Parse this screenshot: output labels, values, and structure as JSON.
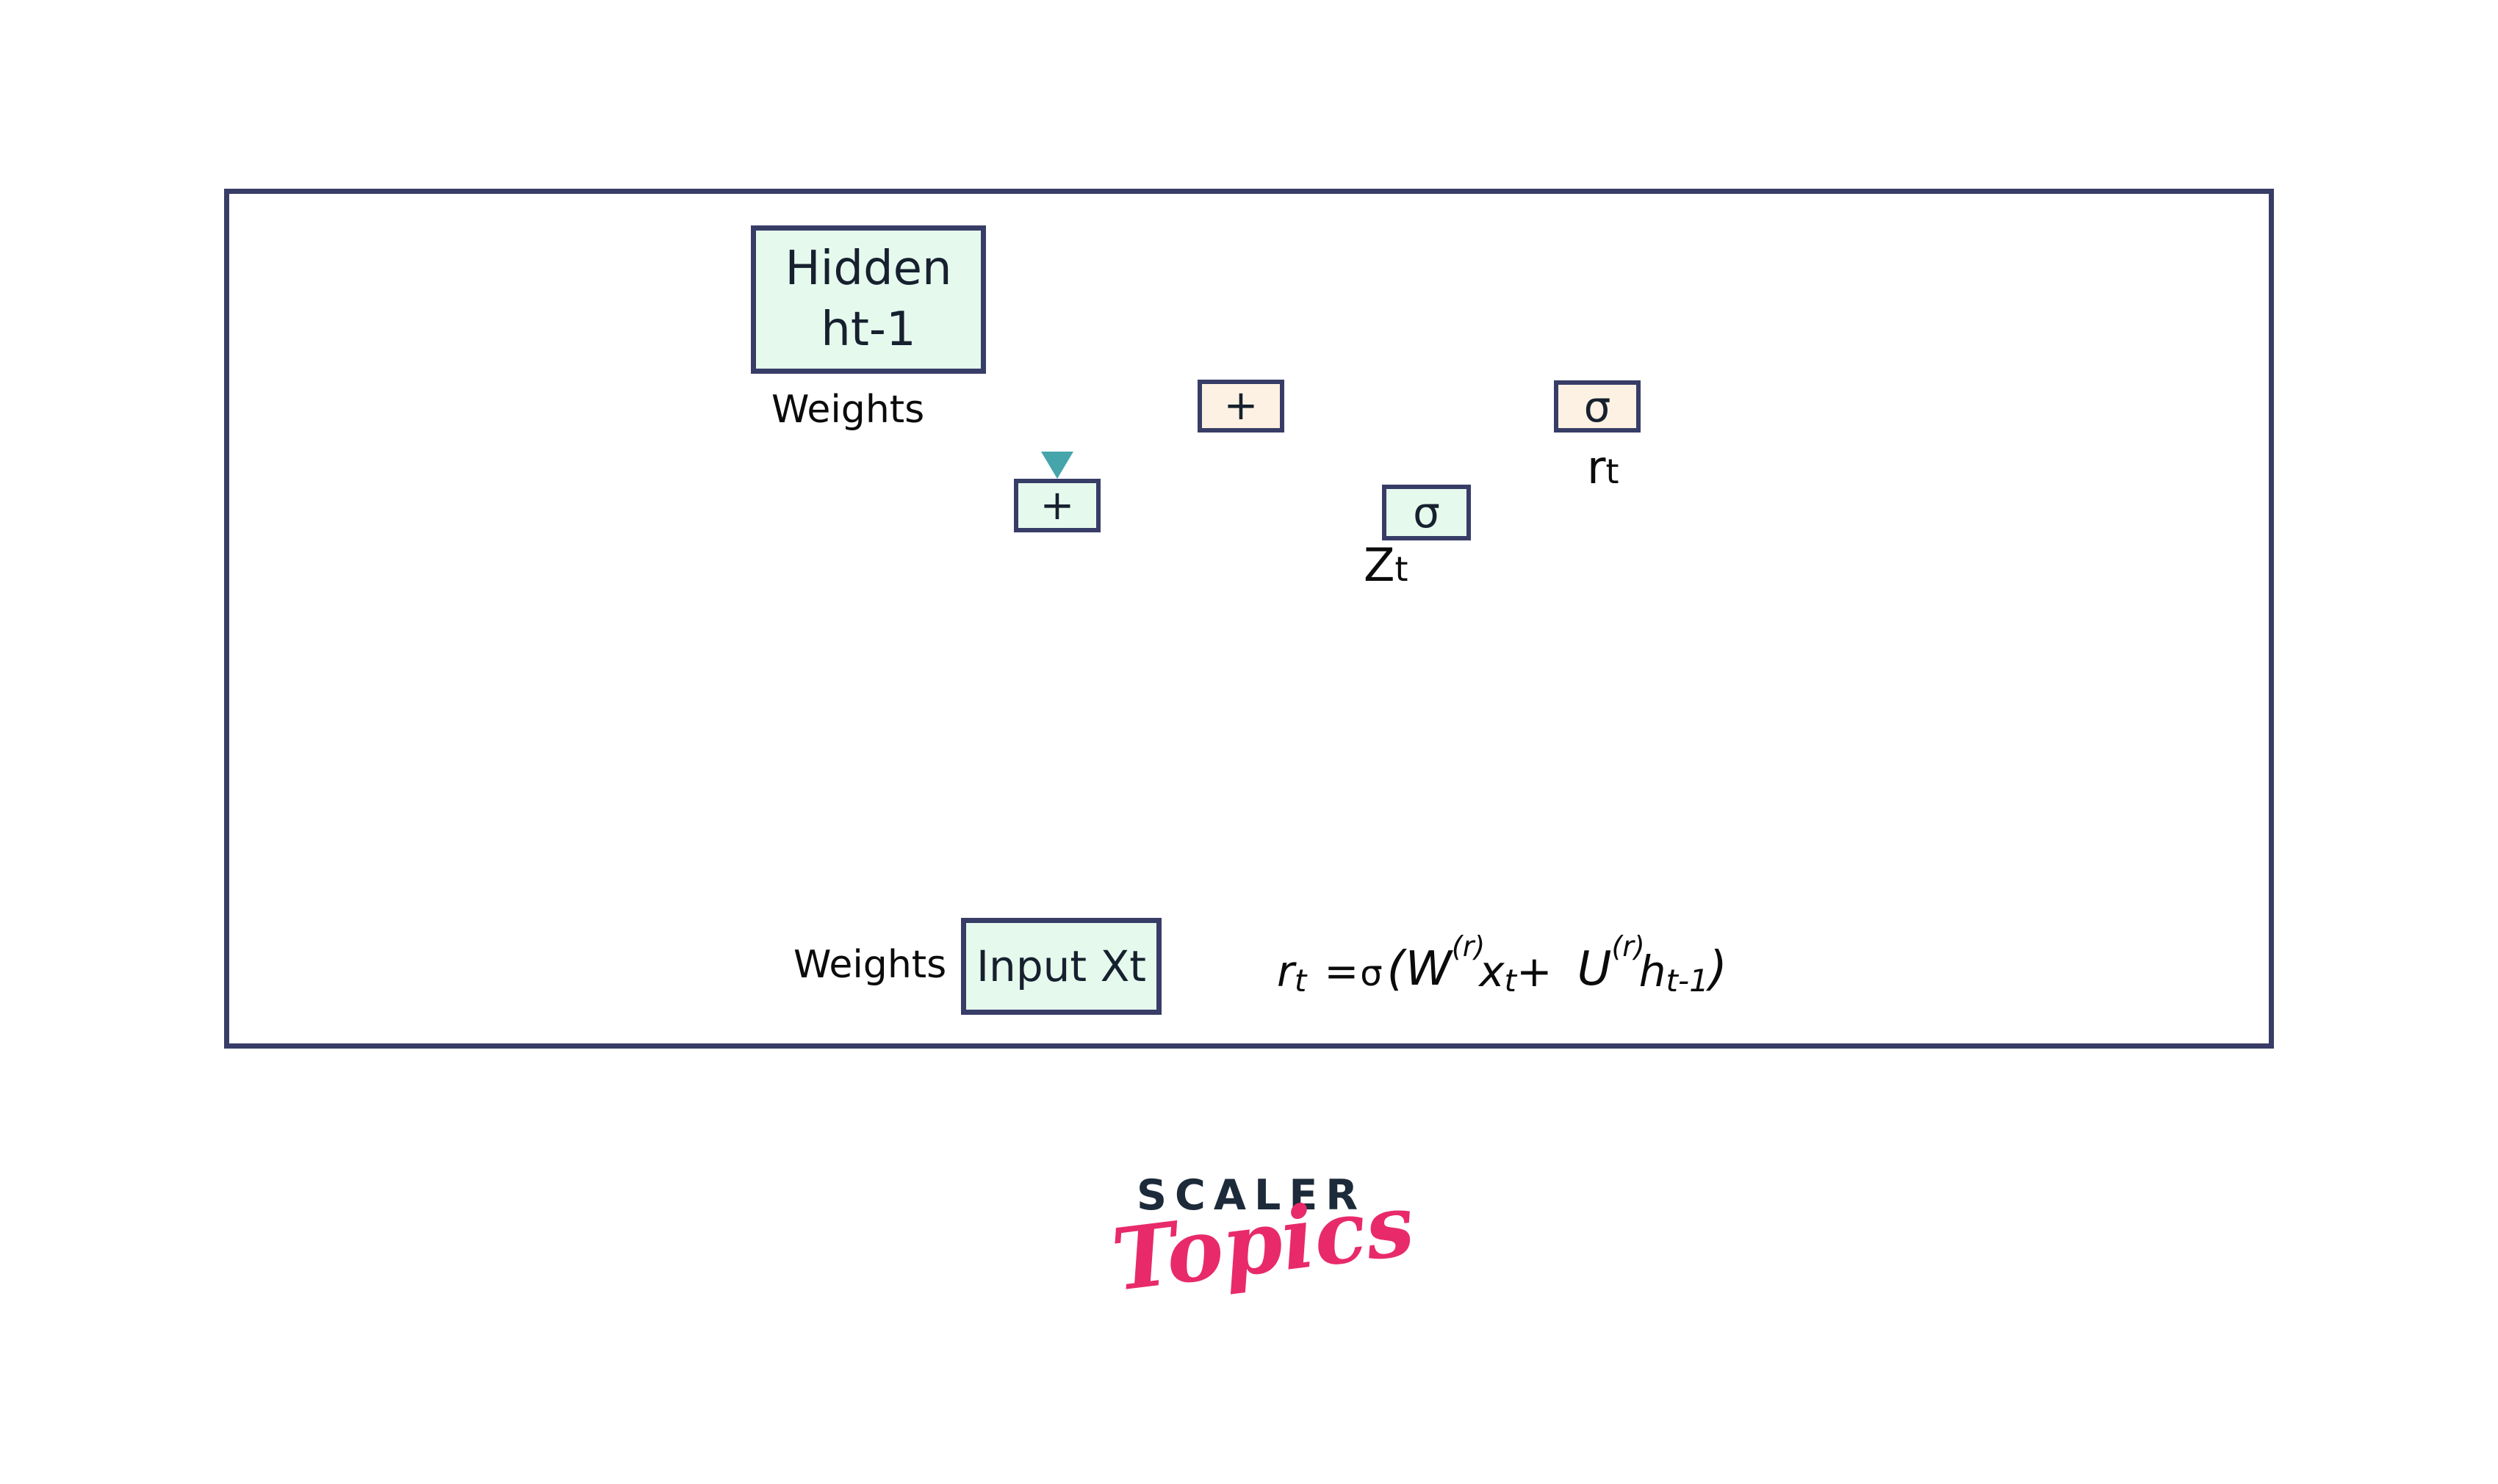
{
  "colors": {
    "background": "#ffffff",
    "navy": "#373d66",
    "ink": "#16202e",
    "label": "#0b0b0b",
    "mint": "#e5f9ed",
    "cream": "#fcf1e2",
    "teal": "#45a5ab",
    "orange": "#f9a21f",
    "green": "#3ecb6e",
    "scaler_navy": "#1d2a3a",
    "pink": "#e82a6a"
  },
  "diagram": {
    "hidden_box": {
      "line1": "Hidden",
      "line2": "ht-1"
    },
    "weights_top": "Weights",
    "plus_top": "+",
    "sigma_top": "σ",
    "r_t": {
      "base": "r",
      "sub": "t"
    },
    "plus_mid": "+",
    "sigma_mid": "σ",
    "z_t": {
      "base": "Z",
      "sub": "t"
    },
    "weights_bottom": "Weights",
    "input_box": "Input Xt",
    "formula": {
      "lhs": "r",
      "lhs_sub": "t",
      "equals": "=",
      "sigma": "σ",
      "open_paren": "(",
      "w": "W",
      "w_sup": "(r)",
      "x": "x",
      "x_sub": "t",
      "plus": "+",
      "u": "U",
      "u_sup": "(r)",
      "h": "h",
      "h_sub": "t-1",
      "close_paren": ")"
    }
  },
  "logo": {
    "scaler": "SCALER",
    "topics": "Topics"
  }
}
